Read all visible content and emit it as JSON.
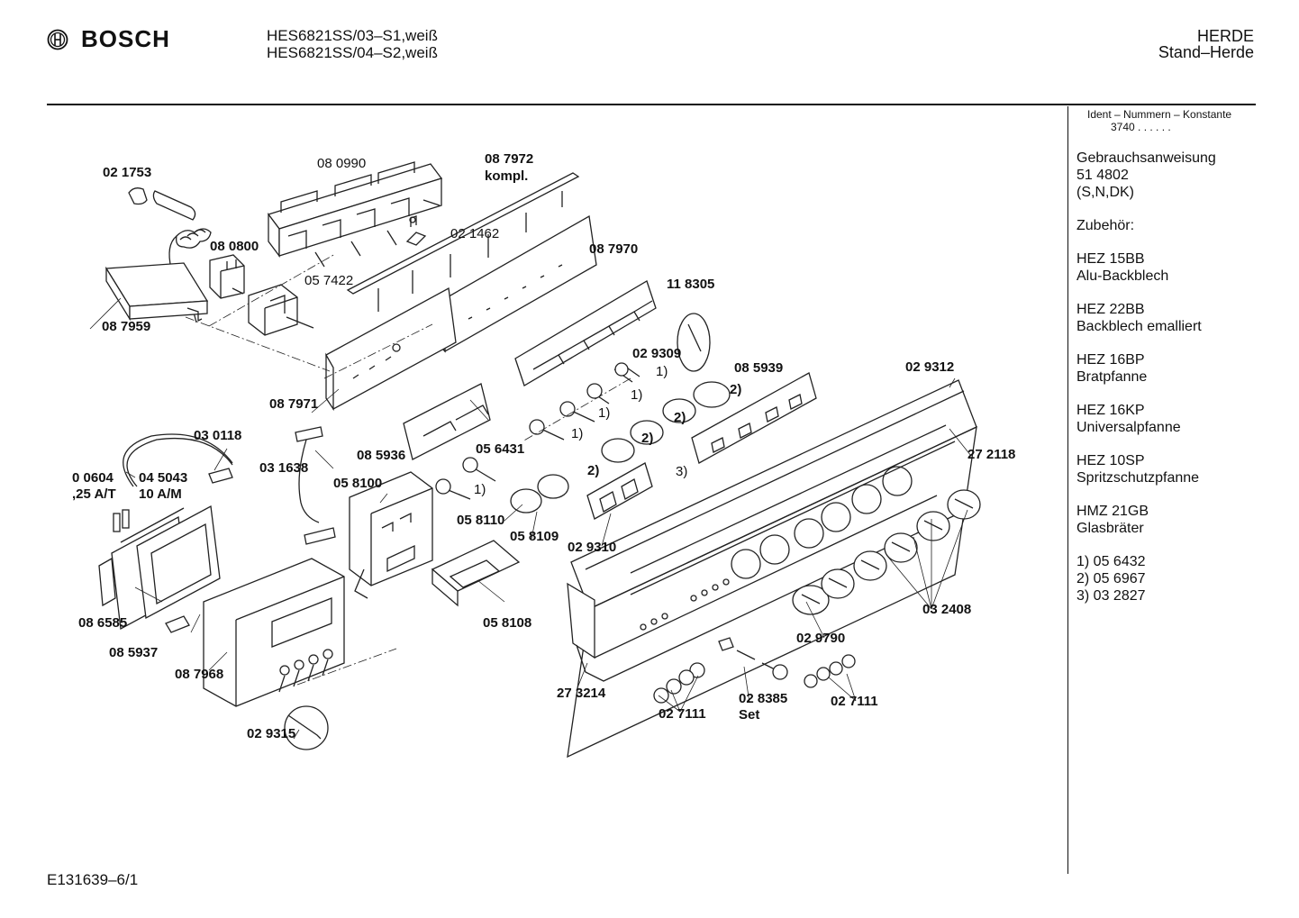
{
  "header": {
    "brand": "BOSCH",
    "models": [
      "HES6821SS/03–S1,weiß",
      "HES6821SS/04–S2,weiß"
    ],
    "category": [
      "HERDE",
      "Stand–Herde"
    ]
  },
  "sidebar": {
    "ident_heading": "Ident – Nummern – Konstante",
    "ident_value": "3740  .  .  .  .  .  .",
    "blocks": [
      [
        "Gebrauchsanweisung",
        "51 4802",
        "(S,N,DK)"
      ],
      [
        "Zubehör:"
      ],
      [
        "HEZ 15BB",
        "Alu-Backblech"
      ],
      [
        "HEZ 22BB",
        "Backblech emalliert"
      ],
      [
        "HEZ 16BP",
        "Bratpfanne"
      ],
      [
        "HEZ 16KP",
        "Universalpfanne"
      ],
      [
        "HEZ 10SP",
        "Spritzschutzpfanne"
      ],
      [
        "HMZ 21GB",
        "Glasbräter"
      ],
      [
        "1)  05 6432",
        "2)  05 6967",
        "3)  03 2827"
      ]
    ]
  },
  "diagram": {
    "labels": [
      {
        "id": "021753",
        "text": "02 1753",
        "bold": true
      },
      {
        "id": "080990",
        "text": "08 0990",
        "bold": false
      },
      {
        "id": "087972",
        "text": "08 7972",
        "bold": true
      },
      {
        "id": "kompl",
        "text": "kompl.",
        "bold": true
      },
      {
        "id": "021462",
        "text": "02 1462",
        "bold": false
      },
      {
        "id": "080800",
        "text": "08 0800",
        "bold": true
      },
      {
        "id": "087970",
        "text": "08 7970",
        "bold": true
      },
      {
        "id": "057422",
        "text": "05 7422",
        "bold": false
      },
      {
        "id": "118305",
        "text": "11 8305",
        "bold": true
      },
      {
        "id": "087959",
        "text": "08 7959",
        "bold": true
      },
      {
        "id": "029309",
        "text": "02 9309",
        "bold": true
      },
      {
        "id": "085939",
        "text": "08 5939",
        "bold": true
      },
      {
        "id": "029312",
        "text": "02 9312",
        "bold": true
      },
      {
        "id": "087971",
        "text": "08 7971",
        "bold": true
      },
      {
        "id": "030118",
        "text": "03 0118",
        "bold": true
      },
      {
        "id": "272118",
        "text": "27 2118",
        "bold": true
      },
      {
        "id": "085936",
        "text": "08 5936",
        "bold": true
      },
      {
        "id": "056431",
        "text": "05 6431",
        "bold": true
      },
      {
        "id": "030604",
        "text": "0 0604",
        "bold": true
      },
      {
        "id": "045043",
        "text": "04 5043",
        "bold": true
      },
      {
        "id": "031638",
        "text": "03 1638",
        "bold": true
      },
      {
        "id": "fuse1",
        "text": ",25 A/T",
        "bold": true
      },
      {
        "id": "fuse2",
        "text": "10 A/M",
        "bold": true
      },
      {
        "id": "058100",
        "text": "05 8100",
        "bold": true
      },
      {
        "id": "058110",
        "text": "05 8110",
        "bold": true
      },
      {
        "id": "058109",
        "text": "05 8109",
        "bold": true
      },
      {
        "id": "029310",
        "text": "02 9310",
        "bold": true
      },
      {
        "id": "086585",
        "text": "08 6585",
        "bold": true
      },
      {
        "id": "058108",
        "text": "05 8108",
        "bold": true
      },
      {
        "id": "032408",
        "text": "03 2408",
        "bold": true
      },
      {
        "id": "085937",
        "text": "08 5937",
        "bold": true
      },
      {
        "id": "029790",
        "text": "02 9790",
        "bold": true
      },
      {
        "id": "087968",
        "text": "08 7968",
        "bold": true
      },
      {
        "id": "273214",
        "text": "27 3214",
        "bold": true
      },
      {
        "id": "028385",
        "text": "02 8385",
        "bold": true
      },
      {
        "id": "set",
        "text": "Set",
        "bold": true
      },
      {
        "id": "027111a",
        "text": "02 7111",
        "bold": true
      },
      {
        "id": "027111b",
        "text": "02 7111",
        "bold": true
      },
      {
        "id": "029315",
        "text": "02 9315",
        "bold": true
      },
      {
        "id": "n1a",
        "text": "1)",
        "bold": false
      },
      {
        "id": "n1b",
        "text": "1)",
        "bold": false
      },
      {
        "id": "n1c",
        "text": "1)",
        "bold": false
      },
      {
        "id": "n1d",
        "text": "1)",
        "bold": false
      },
      {
        "id": "n1e",
        "text": "1)",
        "bold": false
      },
      {
        "id": "n2a",
        "text": "2)",
        "bold": true
      },
      {
        "id": "n2b",
        "text": "2)",
        "bold": true
      },
      {
        "id": "n2c",
        "text": "2)",
        "bold": true
      },
      {
        "id": "n2d",
        "text": "2)",
        "bold": true
      },
      {
        "id": "n3",
        "text": "3)",
        "bold": false
      }
    ]
  },
  "footer": {
    "code": "E131639–6/1"
  }
}
